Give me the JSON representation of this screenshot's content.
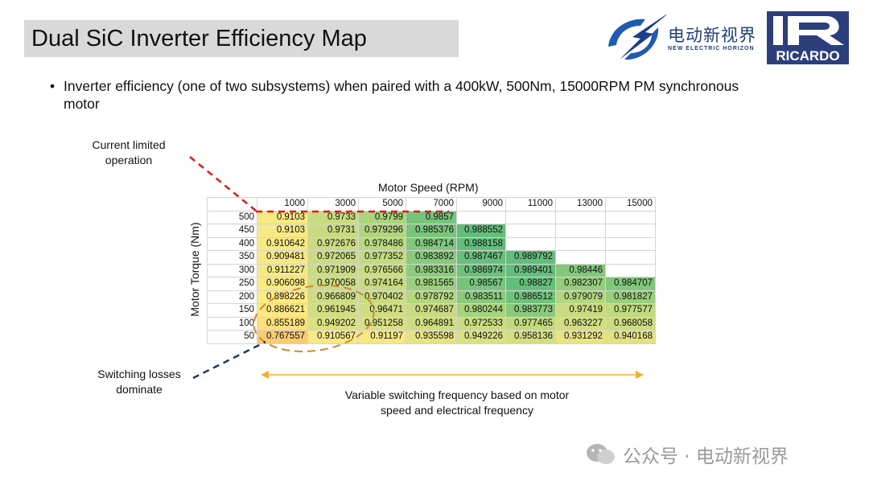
{
  "slide": {
    "title": "Dual SiC Inverter Efficiency Map",
    "bullet_dot": "•",
    "bullet": "Inverter efficiency (one of two subsystems) when paired with a 400kW, 500Nm, 15000RPM PM synchronous motor"
  },
  "logos": {
    "partner_cn": "电动新视界",
    "partner_en": "NEW ELECTRIC HORIZON",
    "ricardo": "RICARDO"
  },
  "annotations": {
    "current_limited": "Current limited\noperation",
    "switching_losses": "Switching losses\ndominate",
    "variable_freq": "Variable switching frequency based on motor speed and electrical frequency"
  },
  "axes": {
    "speed_title": "Motor Speed (RPM)",
    "torque_title": "Motor Torque (Nm)"
  },
  "watermark": "公众号 · 电动新视界",
  "colors": {
    "low": "#f9c971",
    "mid": "#ffeb84",
    "high": "#63be7b",
    "red_dash": "#e11919",
    "blue_dash": "#1f3864",
    "orange_arrow": "#f0b030"
  },
  "table": {
    "speeds": [
      "1000",
      "3000",
      "5000",
      "7000",
      "9000",
      "11000",
      "13000",
      "15000"
    ],
    "rows": [
      {
        "torque": "500",
        "cells": [
          "0.9103",
          "0.9733",
          "0.9799",
          "0.9857",
          "",
          "",
          "",
          ""
        ]
      },
      {
        "torque": "450",
        "cells": [
          "0.9103",
          "0.9731",
          "0.979296",
          "0.985376",
          "0.988552",
          "",
          "",
          ""
        ]
      },
      {
        "torque": "400",
        "cells": [
          "0.910642",
          "0.972676",
          "0.978486",
          "0.984714",
          "0.988158",
          "",
          "",
          ""
        ]
      },
      {
        "torque": "350",
        "cells": [
          "0.909481",
          "0.972065",
          "0.977352",
          "0.983892",
          "0.987467",
          "0.989792",
          "",
          ""
        ]
      },
      {
        "torque": "300",
        "cells": [
          "0.911227",
          "0.971909",
          "0.976566",
          "0.983316",
          "0.986974",
          "0.989401",
          "0.98446",
          ""
        ]
      },
      {
        "torque": "250",
        "cells": [
          "0.906098",
          "0.970058",
          "0.974164",
          "0.981565",
          "0.98567",
          "0.98827",
          "0.982307",
          "0.984707"
        ]
      },
      {
        "torque": "200",
        "cells": [
          "0.898226",
          "0.966809",
          "0.970402",
          "0.978792",
          "0.983511",
          "0.986512",
          "0.979079",
          "0.981827"
        ]
      },
      {
        "torque": "150",
        "cells": [
          "0.886621",
          "0.961945",
          "0.96471",
          "0.974687",
          "0.980244",
          "0.983773",
          "0.97419",
          "0.977577"
        ]
      },
      {
        "torque": "100",
        "cells": [
          "0.855189",
          "0.949202",
          "0.951258",
          "0.964891",
          "0.972533",
          "0.977465",
          "0.963227",
          "0.968058"
        ]
      },
      {
        "torque": "50",
        "cells": [
          "0.767557",
          "0.910567",
          "0.91197",
          "0.935598",
          "0.949226",
          "0.958136",
          "0.931292",
          "0.940168"
        ]
      }
    ]
  }
}
